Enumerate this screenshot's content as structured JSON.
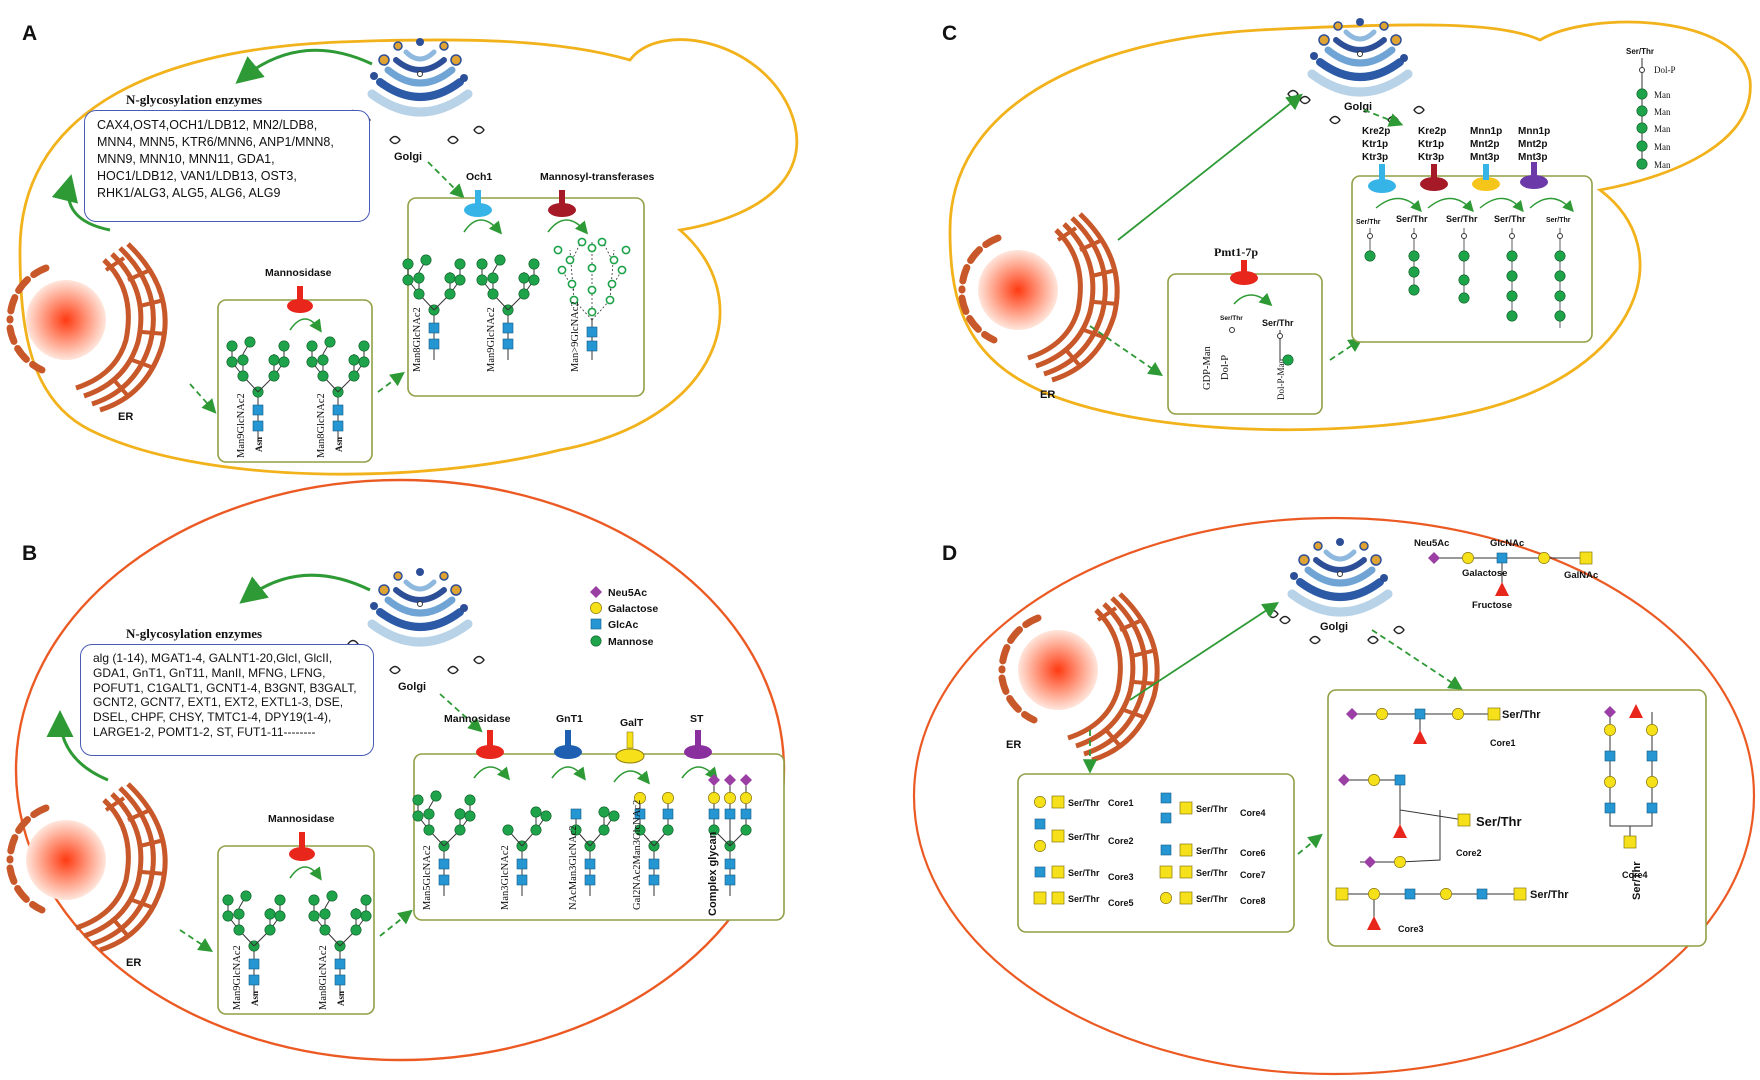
{
  "panels": {
    "A": {
      "letter": "A",
      "enzymes_title": "N-glycosylation enzymes",
      "enzymes_text": "CAX4,OST4,OCH1/LDB12, MN2/LDB8, MNN4, MNN5, KTR6/MNN6, ANP1/MNN8, MNN9, MNN10, MNN11, GDA1, HOC1/LDB12, VAN1/LDB13, OST3, RHK1/ALG3, ALG5, ALG6, ALG9",
      "golgi": "Golgi",
      "er": "ER",
      "mannosidase": "Mannosidase",
      "och1": "Och1",
      "mannosyl": "Mannosyl-transferases",
      "glycan_left": "Man9GlcNAc2",
      "glycan_right": "Man8GlcNAc2",
      "asn": "Asn",
      "golgi_glycans": [
        "Man8GlcNAc2",
        "Man9GlcNAc2",
        "Man>9GlcNAc2"
      ]
    },
    "B": {
      "letter": "B",
      "enzymes_title": "N-glycosylation enzymes",
      "enzymes_text": "alg (1-14), MGAT1-4, GALNT1-20,GlcI, GlcII, GDA1, GnT1, GnT11, ManII, MFNG, LFNG, POFUT1, C1GALT1, GCNT1-4, B3GNT, B3GALT, GCNT2, GCNT7, EXT1, EXT2, EXTL1-3, DSE, DSEL, CHPF, CHSY, TMTC1-4, DPY19(1-4), LARGE1-2, POMT1-2, ST, FUT1-11--------",
      "golgi": "Golgi",
      "er": "ER",
      "mannosidase_er": "Mannosidase",
      "enzymes_golgi": [
        "Mannosidase",
        "GnT1",
        "GalT",
        "ST"
      ],
      "glycan_left": "Man9GlcNAc2",
      "glycan_right": "Man8GlcNAc2",
      "golgi_glycans": [
        "Man5GlcNAc2",
        "Man3GlcNAc2",
        "NAcMan3GlcNAc2",
        "Gal2NAc2Man3GlcNAc2",
        "Complex glycan"
      ],
      "legend": [
        "Neu5Ac",
        "Galactose",
        "GlcAc",
        "Mannose"
      ],
      "asn": "Asn"
    },
    "C": {
      "letter": "C",
      "golgi": "Golgi",
      "er": "ER",
      "pmt": "Pmt1-7p",
      "ser_thr": "Ser/Thr",
      "gdp_man": "GDP-Man",
      "dol_p": "Dol-P",
      "dol_p_man": "Dol-P-Man",
      "enzyme_groups": [
        [
          "Kre2p",
          "Ktr1p",
          "Ktr3p"
        ],
        [
          "Kre2p",
          "Ktr1p",
          "Ktr3p"
        ],
        [
          "Mnn1p",
          "Mnt2p",
          "Mnt3p"
        ],
        [
          "Mnn1p",
          "Mnt2p",
          "Mnt3p"
        ]
      ],
      "legend_title": "Ser/Thr",
      "legend_dolp": "Dol-P",
      "legend_man": "Man"
    },
    "D": {
      "letter": "D",
      "golgi": "Golgi",
      "er": "ER",
      "ser_thr": "Ser/Thr",
      "cores_left": [
        "Core1",
        "Core2",
        "Core3",
        "Core5"
      ],
      "cores_right": [
        "Core4",
        "Core6",
        "Core7",
        "Core8"
      ],
      "top_labels": [
        "Neu5Ac",
        "GlcNAc",
        "Galactose",
        "Fructose",
        "GalNAc"
      ],
      "big_cores": [
        "Core1",
        "Core2",
        "Core3",
        "Core4"
      ]
    }
  },
  "colors": {
    "yeast_outline": "#f2b21c",
    "cell_outline": "#ec5a24",
    "box_border": "#8fa046",
    "er": "#c8582a",
    "mannose": "#1ea34a",
    "glcnac": "#2596d1",
    "galactose": "#f6e01a",
    "neu5ac": "#9b3fa5",
    "fucose": "#e8261c"
  }
}
